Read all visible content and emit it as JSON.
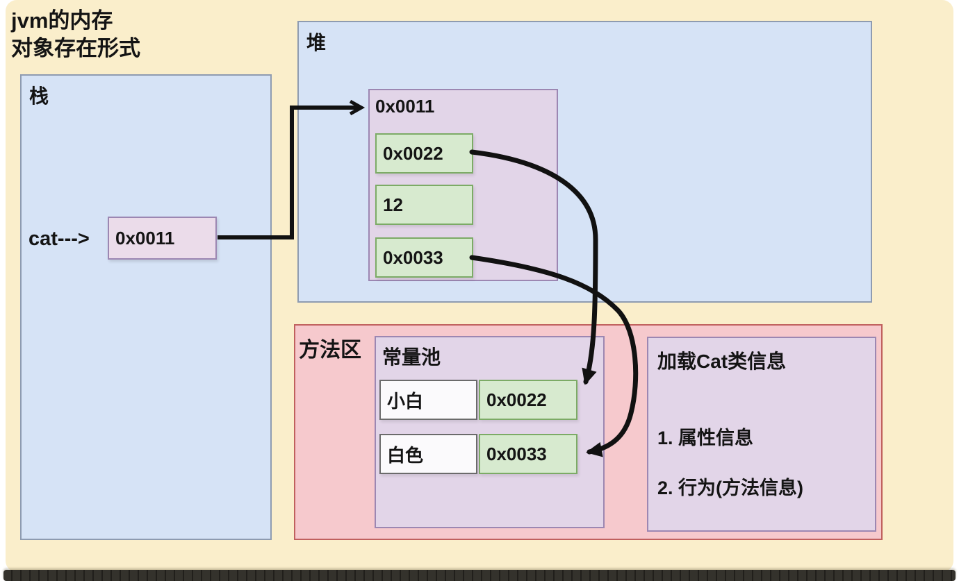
{
  "title": {
    "line1": "jvm的内存",
    "line2": "对象存在形式"
  },
  "stack": {
    "label": "栈",
    "var_label": "cat--->",
    "ref_value": "0x0011"
  },
  "heap": {
    "label": "堆",
    "object": {
      "address": "0x0011",
      "fields": [
        "0x0022",
        "12",
        "0x0033"
      ]
    }
  },
  "method_area": {
    "label": "方法区",
    "constant_pool": {
      "label": "常量池",
      "entries": [
        {
          "name": "小白",
          "address": "0x0022"
        },
        {
          "name": "白色",
          "address": "0x0033"
        }
      ]
    },
    "class_info": {
      "title": "加载Cat类信息",
      "items": [
        "1. 属性信息",
        "2. 行为(方法信息)"
      ]
    }
  },
  "arrows": [
    {
      "name": "cat-ref-to-heap-object"
    },
    {
      "name": "heap-0x0022-to-constant-pool"
    },
    {
      "name": "heap-0x0033-to-constant-pool"
    }
  ],
  "colors": {
    "bg": "#faeecb",
    "blue_fill": "#d6e3f6",
    "blue_border": "#8e9bb0",
    "lav_fill": "#e2d5e8",
    "lav_border": "#9c87b2",
    "catbox_fill": "#ebdcea",
    "green_fill": "#d7eacf",
    "green_border": "#7cab66",
    "pink_fill": "#f6c9cd",
    "pink_border": "#c0605e",
    "arrow": "#111111"
  }
}
